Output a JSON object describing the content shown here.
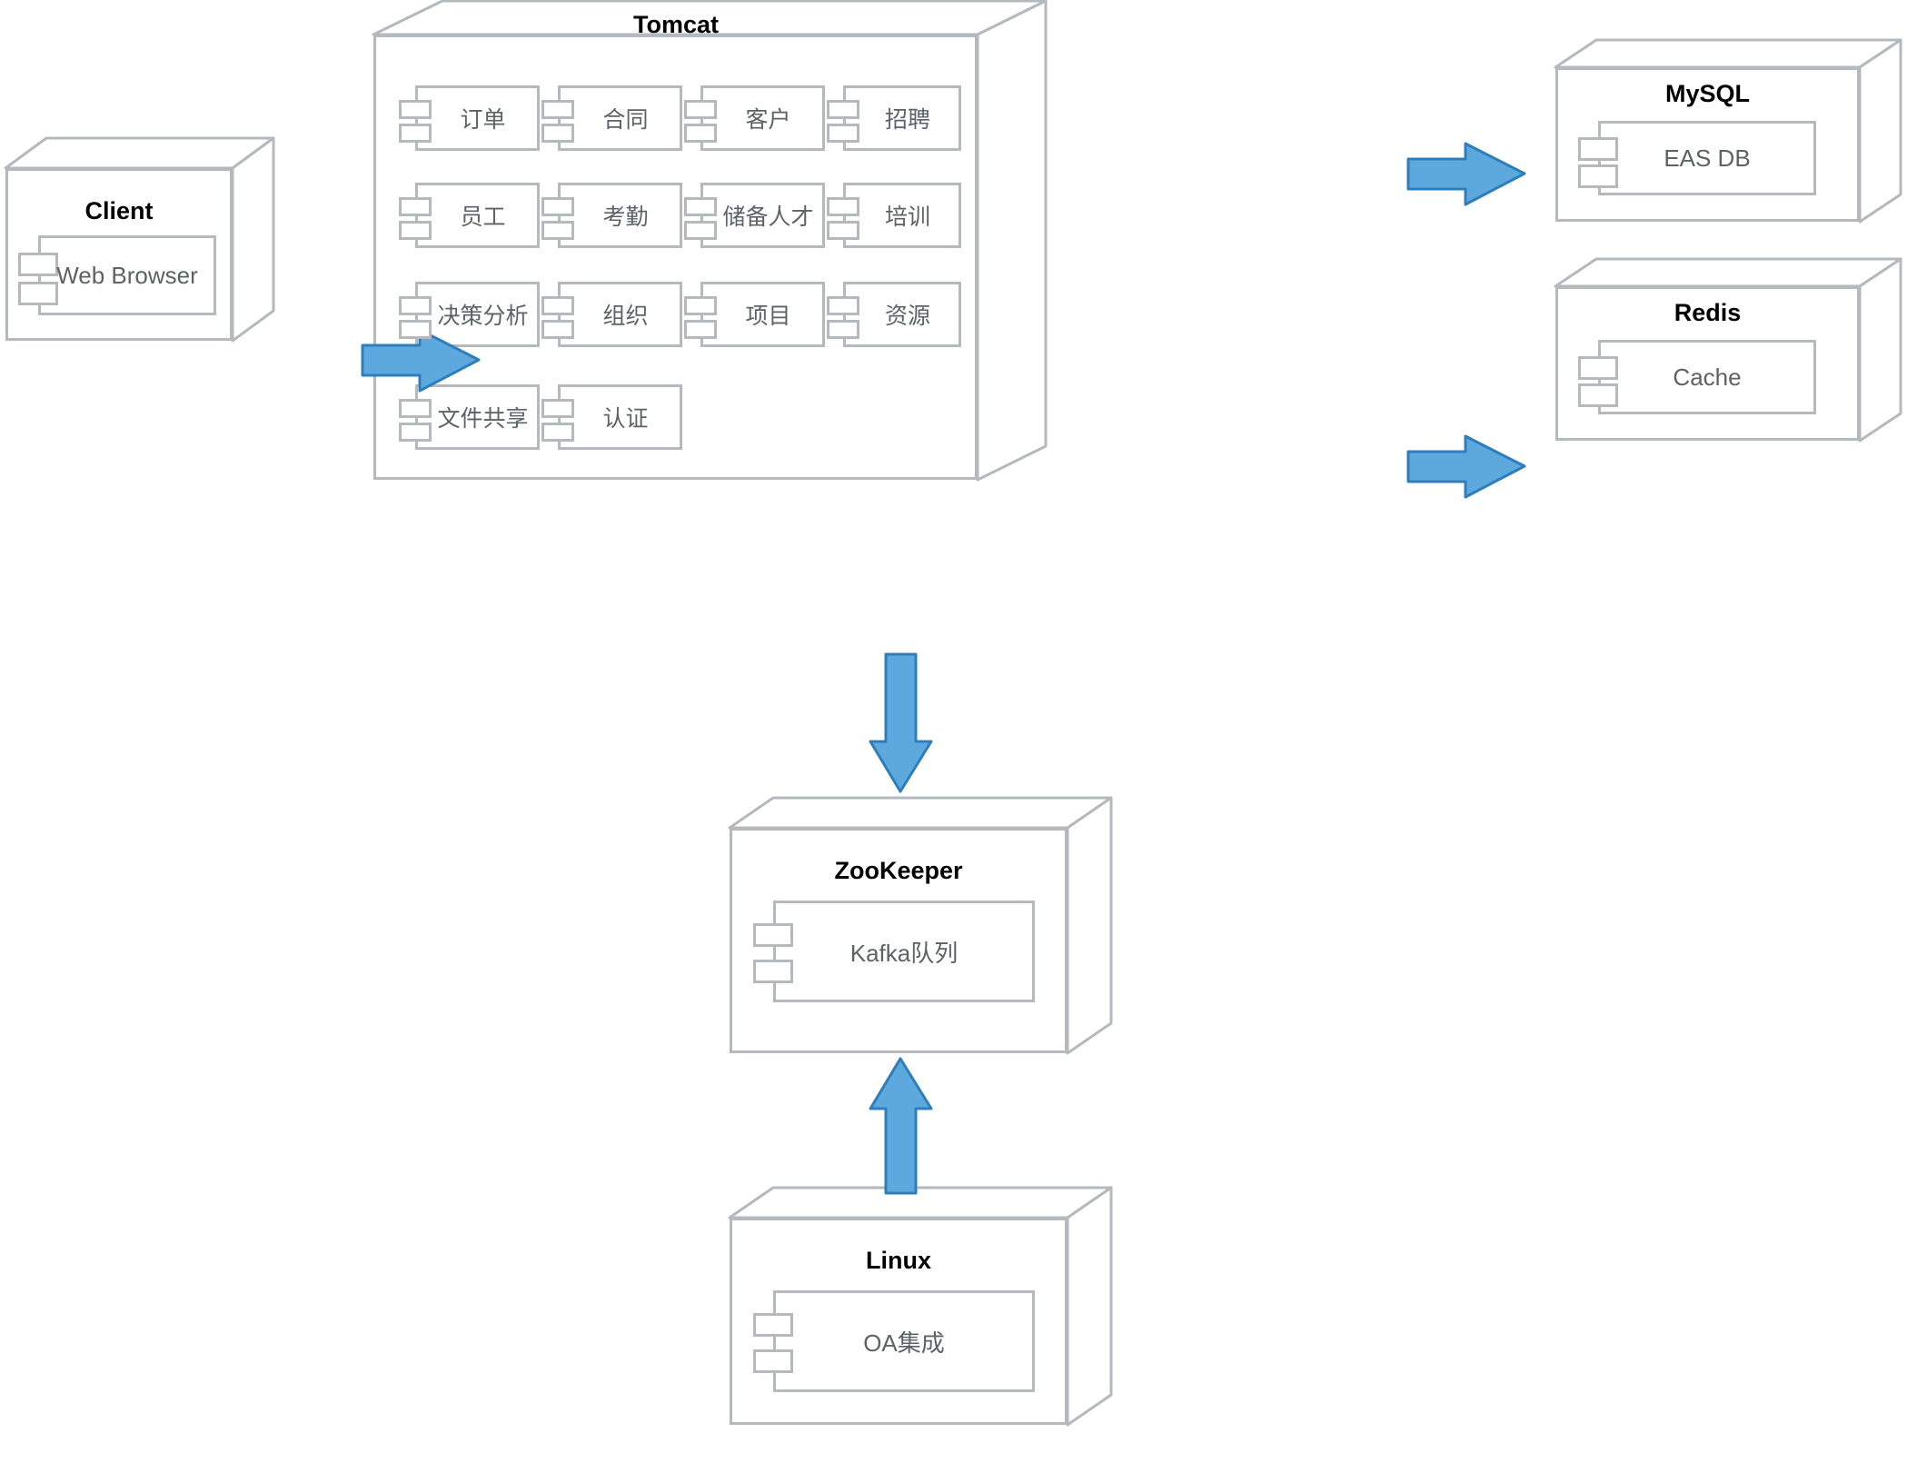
{
  "diagram": {
    "type": "uml-deployment-diagram",
    "colors": {
      "node_stroke": "#b3b9bd",
      "component_stroke": "#b3b9bd",
      "label_text": "#5b6366",
      "title_text": "#000000",
      "arrow_fill": "#5da8dd",
      "arrow_stroke": "#2e7ebd",
      "background": "#ffffff"
    }
  },
  "nodes": {
    "client": {
      "title": "Client",
      "components": [
        {
          "label": "Web Browser"
        }
      ]
    },
    "tomcat": {
      "title": "Tomcat",
      "components": [
        {
          "label": "订单"
        },
        {
          "label": "合同"
        },
        {
          "label": "客户"
        },
        {
          "label": "招聘"
        },
        {
          "label": "员工"
        },
        {
          "label": "考勤"
        },
        {
          "label": "储备人才"
        },
        {
          "label": "培训"
        },
        {
          "label": "决策分析"
        },
        {
          "label": "组织"
        },
        {
          "label": "项目"
        },
        {
          "label": "资源"
        },
        {
          "label": "文件共享"
        },
        {
          "label": "认证"
        }
      ]
    },
    "mysql": {
      "title": "MySQL",
      "components": [
        {
          "label": "EAS DB"
        }
      ]
    },
    "redis": {
      "title": "Redis",
      "components": [
        {
          "label": "Cache"
        }
      ]
    },
    "zookeeper": {
      "title": "ZooKeeper",
      "components": [
        {
          "label": "Kafka队列"
        }
      ]
    },
    "linux": {
      "title": "Linux",
      "components": [
        {
          "label": "OA集成"
        }
      ]
    }
  },
  "connections": [
    {
      "name": "client-to-tomcat",
      "from": "client",
      "to": "tomcat",
      "direction": "right"
    },
    {
      "name": "tomcat-to-mysql",
      "from": "tomcat",
      "to": "mysql",
      "direction": "right"
    },
    {
      "name": "tomcat-to-redis",
      "from": "tomcat",
      "to": "redis",
      "direction": "right"
    },
    {
      "name": "tomcat-to-zookeeper",
      "from": "tomcat",
      "to": "zookeeper",
      "direction": "down"
    },
    {
      "name": "linux-to-zookeeper",
      "from": "linux",
      "to": "zookeeper",
      "direction": "up"
    }
  ]
}
